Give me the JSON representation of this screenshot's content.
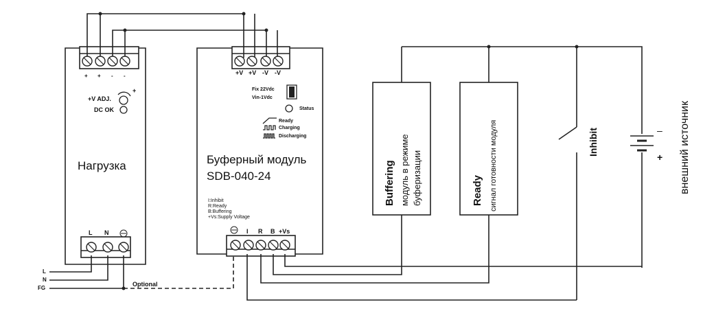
{
  "load": {
    "name": "Нагрузка",
    "top_terminals": [
      "+",
      "+",
      "-",
      "-"
    ],
    "adj_label": "+V ADJ.",
    "adj_plus": "+",
    "dc_ok": "DC OK",
    "bottom_terminals": [
      "L",
      "N"
    ]
  },
  "buffer": {
    "name": "Буферный модуль",
    "model": "SDB-040-24",
    "top_terminals": [
      "+V",
      "+V",
      "-V",
      "-V"
    ],
    "fix_label": "Fix  22Vdc",
    "vin_label": "Vin-1Vdc",
    "status_label": "Status",
    "signals": [
      "Ready",
      "Charging",
      "Discharging"
    ],
    "legend": [
      "I:Inhibit",
      "R:Ready",
      "B:Buffering",
      "+Vs:Supply Voltage"
    ],
    "bottom_terminals": [
      "I",
      "R",
      "B",
      "+Vs"
    ]
  },
  "wires": {
    "left_labels": [
      "L",
      "N",
      "FG"
    ],
    "optional": "Optional"
  },
  "buffering_box": {
    "title": "Buffering",
    "line1": "модуль в режиме",
    "line2": "буферизации"
  },
  "ready_box": {
    "title": "Ready",
    "line1": "сигнал готовности модуля"
  },
  "inhibit": "Inhibit",
  "battery": {
    "minus": "–",
    "plus": "+",
    "label": "внешний источник"
  }
}
